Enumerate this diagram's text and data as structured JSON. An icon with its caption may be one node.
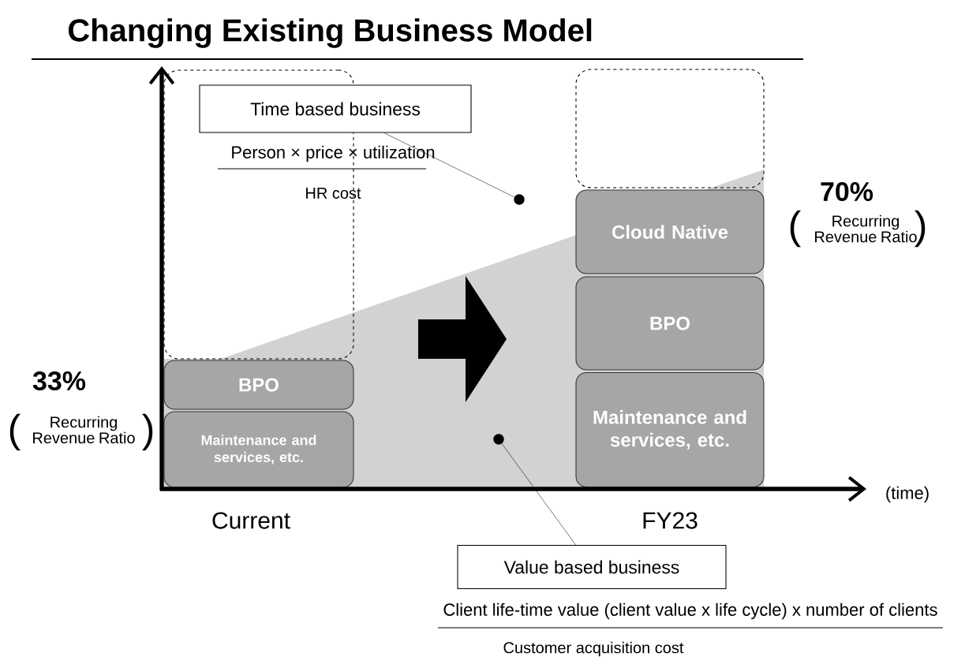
{
  "diagram": {
    "title": "Changing Existing Business Model",
    "nodes": [
      {
        "text": [],
        "shape": "box"
      },
      {
        "text": [],
        "shape": "box"
      },
      {
        "text": [
          "Time based business"
        ]
      },
      {
        "text": [],
        "shape": "circle"
      },
      {
        "text": [
          "BPO"
        ]
      },
      {
        "text": [
          "Maintenance and services, etc."
        ]
      },
      {
        "text": [
          "Cloud Native"
        ]
      },
      {
        "text": [
          "BPO"
        ]
      },
      {
        "text": [
          "Maintenance and services, etc."
        ]
      },
      {
        "text": [],
        "shape": "circle"
      },
      {
        "text": [
          "Value based business"
        ]
      }
    ],
    "edges": [
      {
        "from": 2,
        "to": 3,
        "arrow": "none"
      },
      {
        "from": 10,
        "to": 9,
        "arrow": "none"
      }
    ],
    "labels": [
      "Person × price × utilization",
      "HR cost",
      "70%",
      "(",
      "Recurring Revenue Ratio",
      ")",
      "33%",
      "(",
      "Recurring Revenue Ratio",
      ")",
      "(time)",
      "Current",
      "FY23",
      "Client life-time value  (client value x life cycle) x number of  clients",
      "Customer acquisition cost"
    ]
  }
}
